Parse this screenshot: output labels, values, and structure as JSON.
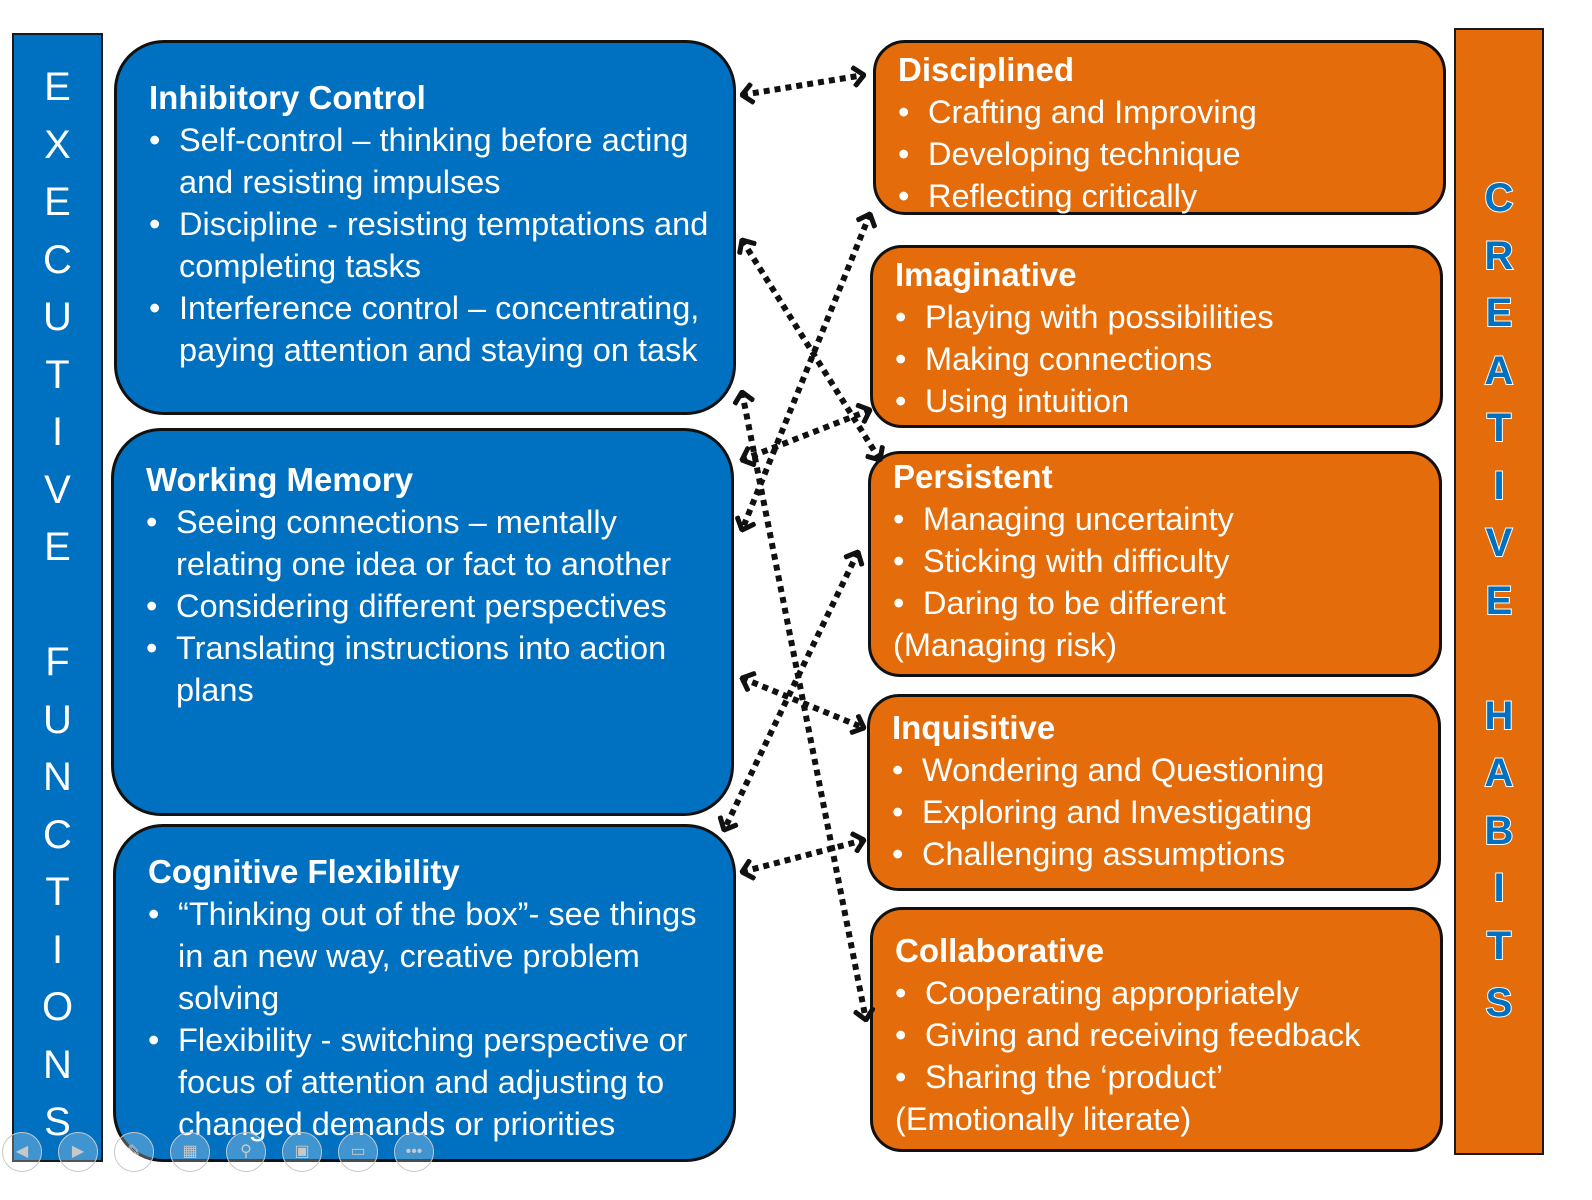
{
  "left_label": {
    "letters": [
      "E",
      "X",
      "E",
      "C",
      "U",
      "T",
      "I",
      "V",
      "E",
      "",
      "F",
      "U",
      "N",
      "C",
      "T",
      "I",
      "O",
      "N",
      "S"
    ]
  },
  "right_label": {
    "letters": [
      "C",
      "R",
      "E",
      "A",
      "T",
      "I",
      "V",
      "E",
      "",
      "H",
      "A",
      "B",
      "I",
      "T",
      "S"
    ]
  },
  "executive": [
    {
      "title": "Inhibitory Control",
      "items": [
        "Self-control – thinking before acting and resisting impulses",
        "Discipline - resisting temptations and completing tasks",
        "Interference control – concentrating, paying attention and staying on task"
      ]
    },
    {
      "title": "Working Memory",
      "items": [
        "Seeing connections – mentally relating one idea or fact to another",
        "Considering different perspectives",
        "Translating instructions into action plans"
      ]
    },
    {
      "title": "Cognitive Flexibility",
      "items": [
        "“Thinking out of the box”- see things in an new way, creative problem solving",
        "Flexibility - switching perspective or focus of attention and adjusting to changed demands or priorities"
      ]
    }
  ],
  "creative": [
    {
      "title": "Disciplined",
      "items": [
        "Crafting and Improving",
        "Developing technique",
        "Reflecting critically"
      ],
      "note": ""
    },
    {
      "title": "Imaginative",
      "items": [
        "Playing with possibilities",
        "Making connections",
        "Using intuition"
      ],
      "note": ""
    },
    {
      "title": "Persistent",
      "items": [
        "Managing uncertainty",
        "Sticking with difficulty",
        "Daring to be different"
      ],
      "note": "(Managing risk)"
    },
    {
      "title": "Inquisitive",
      "items": [
        "Wondering and Questioning",
        "Exploring and Investigating",
        "Challenging assumptions"
      ],
      "note": ""
    },
    {
      "title": "Collaborative",
      "items": [
        "Cooperating appropriately",
        "Giving and receiving feedback",
        "Sharing the ‘product’"
      ],
      "note": "(Emotionally literate)"
    }
  ],
  "colors": {
    "executive_blue": "#0070c0",
    "creative_orange": "#e46c0a",
    "outline": "#111111"
  },
  "toolbar_icons": [
    "prev-icon",
    "next-icon",
    "pen-icon",
    "slides-grid-icon",
    "zoom-icon",
    "subtitles-icon",
    "video-off-icon",
    "more-icon"
  ]
}
